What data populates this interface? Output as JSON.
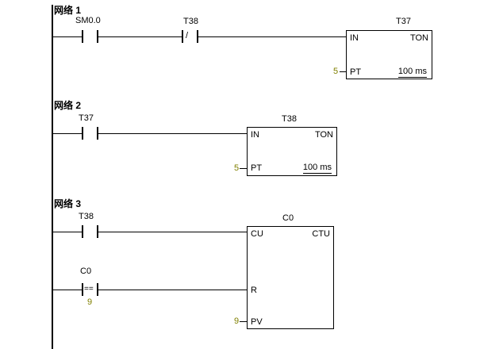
{
  "colors": {
    "line": "#000000",
    "constant": "#808000",
    "background": "#ffffff"
  },
  "network1": {
    "label": "网络 1",
    "contact1": {
      "operand": "SM0.0"
    },
    "contact2": {
      "operand": "T38",
      "slash": "/"
    },
    "timer": {
      "title": "T37",
      "in_label": "IN",
      "type_label": "TON",
      "pt_label": "PT",
      "pt_value": "5",
      "timebase": "100 ms"
    }
  },
  "network2": {
    "label": "网络 2",
    "contact1": {
      "operand": "T37"
    },
    "timer": {
      "title": "T38",
      "in_label": "IN",
      "type_label": "TON",
      "pt_label": "PT",
      "pt_value": "5",
      "timebase": "100 ms"
    }
  },
  "network3": {
    "label": "网络 3",
    "contact1": {
      "operand": "T38"
    },
    "compare": {
      "operand": "C0",
      "operator": "==",
      "value": "9"
    },
    "counter": {
      "title": "C0",
      "cu_label": "CU",
      "type_label": "CTU",
      "r_label": "R",
      "pv_label": "PV",
      "pv_value": "9"
    }
  }
}
